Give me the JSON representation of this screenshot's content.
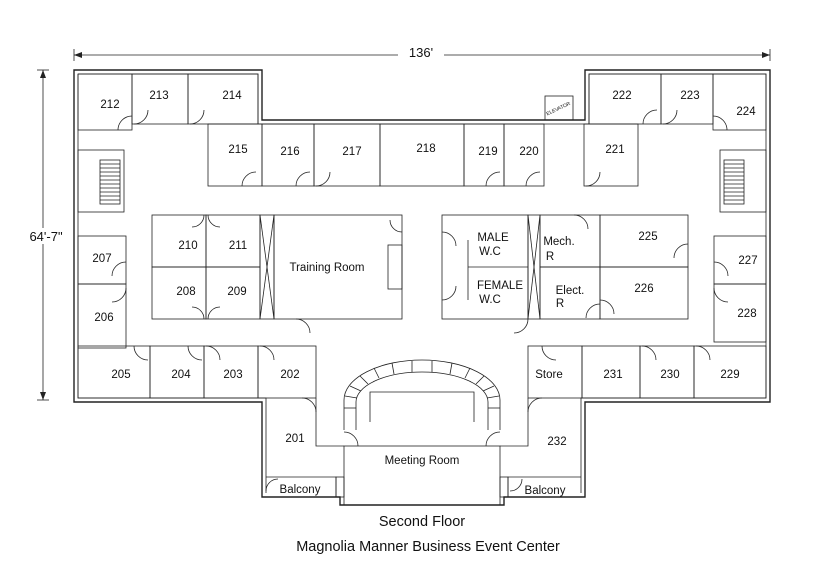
{
  "dimensions": {
    "width": "136'",
    "height": "64'-7\""
  },
  "rooms": {
    "r201": "201",
    "r202": "202",
    "r203": "203",
    "r204": "204",
    "r205": "205",
    "r206": "206",
    "r207": "207",
    "r208": "208",
    "r209": "209",
    "r210": "210",
    "r211": "211",
    "r212": "212",
    "r213": "213",
    "r214": "214",
    "r215": "215",
    "r216": "216",
    "r217": "217",
    "r218": "218",
    "r219": "219",
    "r220": "220",
    "r221": "221",
    "r222": "222",
    "r223": "223",
    "r224": "224",
    "r225": "225",
    "r226": "226",
    "r227": "227",
    "r228": "228",
    "r229": "229",
    "r230": "230",
    "r231": "231",
    "r232": "232",
    "training": "Training Room",
    "male1": "MALE",
    "male2": "W.C",
    "female1": "FEMALE",
    "female2": "W.C",
    "mech1": "Mech.",
    "mech2": "R",
    "elect1": "Elect.",
    "elect2": "R",
    "store": "Store",
    "meeting": "Meeting Room",
    "balcony_left": "Balcony",
    "balcony_right": "Balcony",
    "elevator": "ELEVATOR"
  },
  "caption": {
    "floor": "Second Floor",
    "venue": "Magnolia Manner Business Event Center"
  }
}
